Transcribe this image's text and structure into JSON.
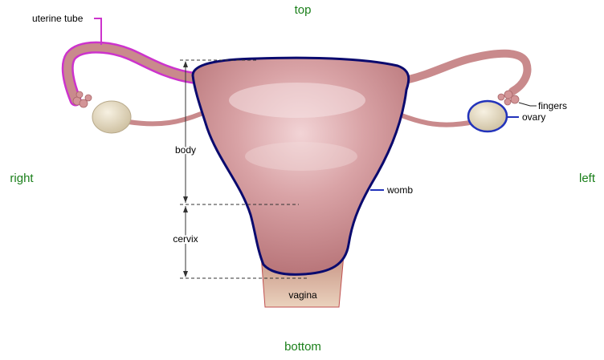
{
  "directions": {
    "top": "top",
    "bottom": "bottom",
    "right": "right",
    "left": "left"
  },
  "labels": {
    "uterine_tube": "uterine tube",
    "fingers": "fingers",
    "ovary": "ovary",
    "womb": "womb",
    "body": "body",
    "cervix": "cervix",
    "vagina": "vagina"
  },
  "colors": {
    "direction_text": "#1a7f1a",
    "uterine_tube_highlight": "#cc33cc",
    "ovary_highlight": "#2233bb",
    "womb_outline": "#0a0a6e",
    "tissue_pink": "#c98a8c",
    "ovary_fill": "#e8dcc2",
    "vagina_fill": "#d6b8a0"
  }
}
